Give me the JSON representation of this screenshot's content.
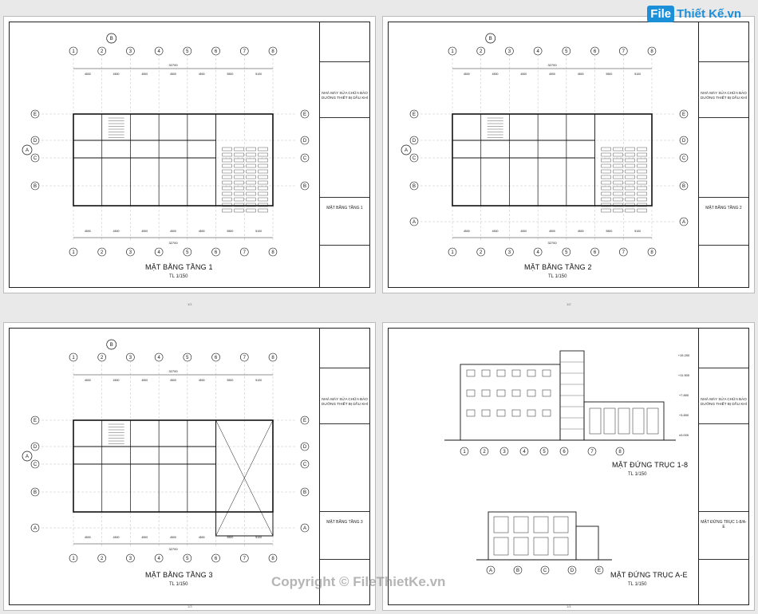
{
  "logo": {
    "box": "File",
    "text": "Thiết Kế.vn"
  },
  "watermark": "Copyright © FileThietKe.vn",
  "sheets": [
    {
      "title": "MẶT BẰNG TẦNG 1",
      "scale": "TL 1/150",
      "page": "1/1"
    },
    {
      "title": "MẶT BẰNG TẦNG 2",
      "scale": "TL 1/150",
      "page": "1/2"
    },
    {
      "title": "MẶT BẰNG TẦNG 3",
      "scale": "TL 1/150",
      "page": "1/3"
    },
    {
      "title": "MẶT ĐỨNG TRỤC 1-8",
      "scale": "TL 1/150",
      "title2": "MẶT ĐỨNG TRỤC A-E",
      "scale2": "TL 1/150",
      "page": "1/4"
    }
  ],
  "titleblock": {
    "project": "NHÀ MÁY SỬA CHỮA BẢO DƯỠNG THIẾT BỊ DẦU KHÍ",
    "sheet_titles": [
      "MẶT BẰNG TẦNG 1",
      "MẶT BẰNG TẦNG 2",
      "MẶT BẰNG TẦNG 3",
      "MẶT ĐỨNG TRỤC 1-8/A-E"
    ]
  },
  "axes": {
    "numbers": [
      "1",
      "2",
      "3",
      "4",
      "5",
      "6",
      "7",
      "8"
    ],
    "letters": [
      "E",
      "D",
      "C",
      "B",
      "A"
    ],
    "dim_total": "32700",
    "dims": [
      "4500",
      "4500",
      "4500",
      "4500",
      "4500",
      "5500",
      "5100"
    ]
  },
  "elevation_levels": [
    "+15.200",
    "+11.500",
    "+7.800",
    "+3.800",
    "±0.000"
  ]
}
